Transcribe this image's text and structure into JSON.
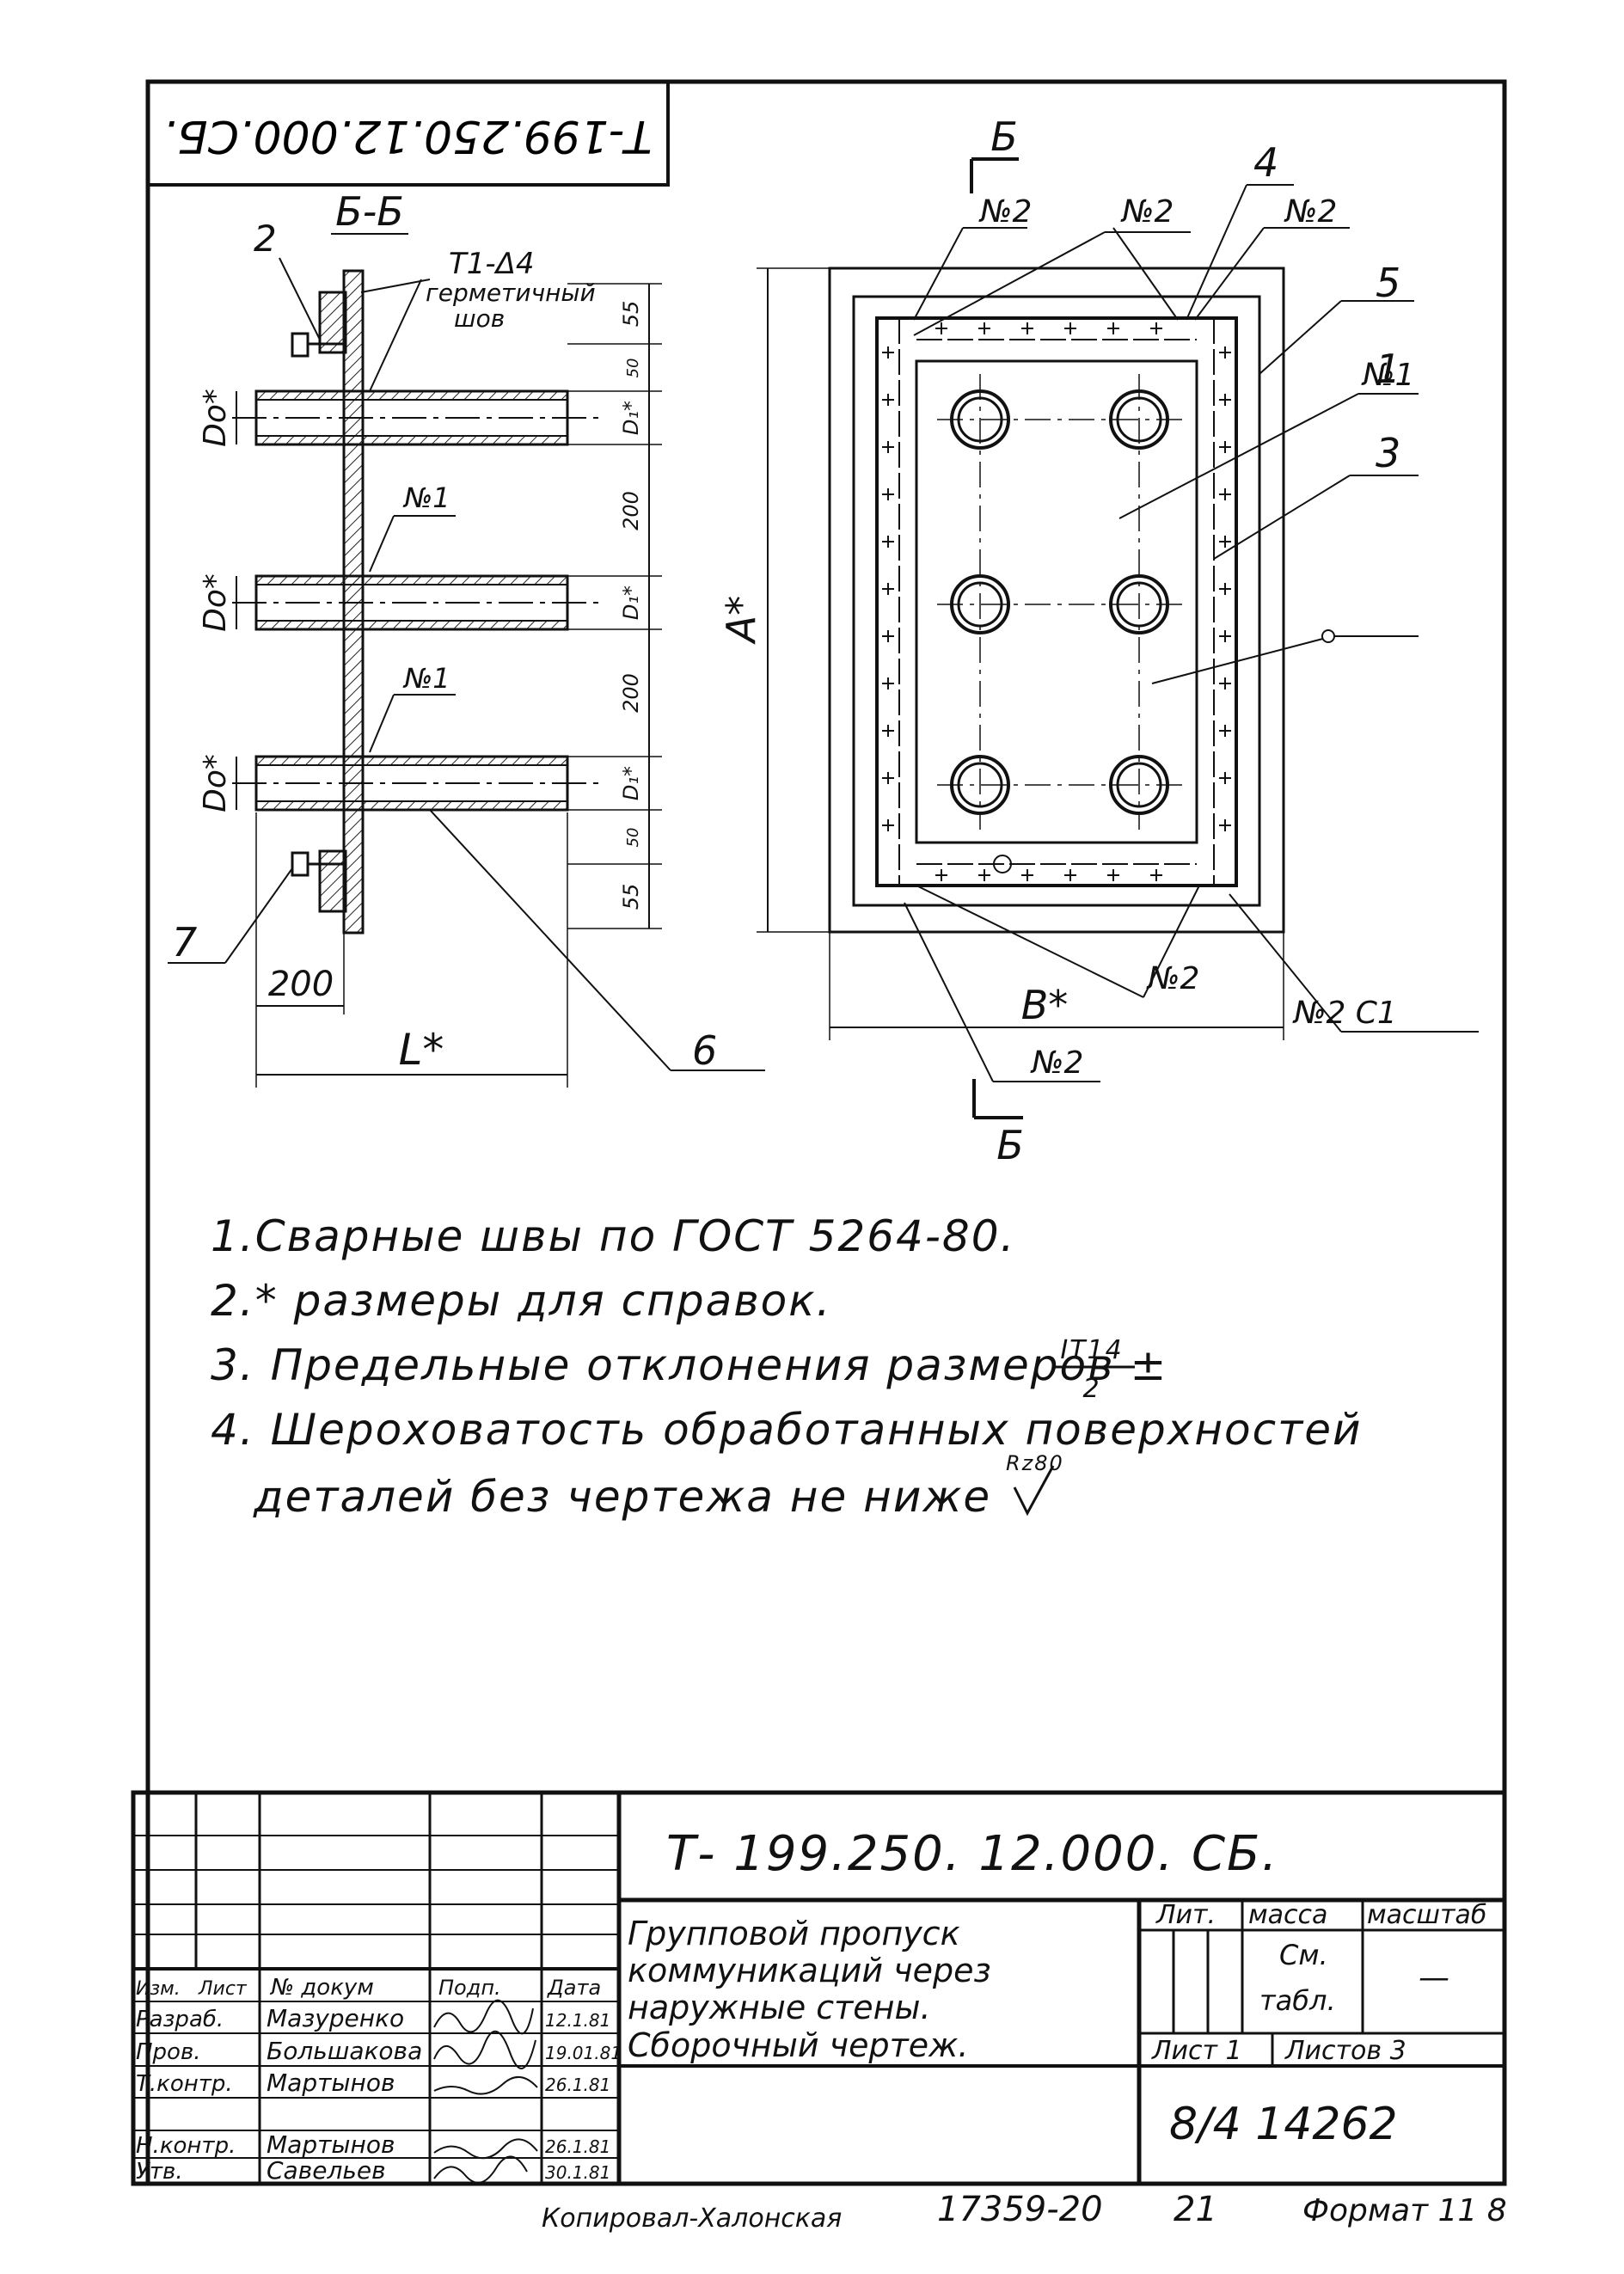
{
  "document": {
    "corner_stamp": "Т-199.250.12.000.СБ.",
    "section_label_top": "Б",
    "section_label_bottom": "Б",
    "section_title": "Б-Б"
  },
  "left_view": {
    "callout_2": "2",
    "weld_symbol": "Т1-Δ4",
    "weld_note_line1": "герметичный",
    "weld_note_line2": "шов",
    "weld_no1_a": "№1",
    "weld_no1_b": "№1",
    "pipe_outer_label": "Dо*",
    "pipe_inner_label": "D₁*",
    "dim_55_top": "55",
    "dim_50_top": "50",
    "dim_200_a": "200",
    "dim_200_b": "200",
    "dim_50_bottom": "50",
    "dim_55_bottom": "55",
    "dim_200_horizontal": "200",
    "dim_L": "L*",
    "callout_7": "7",
    "callout_6": "6"
  },
  "right_view": {
    "weld_no2_a": "№2",
    "weld_no2_b": "№2",
    "weld_no2_c": "№2",
    "weld_no2_d": "№2",
    "weld_no2_e": "№2 С1",
    "weld_no2_f": "№2",
    "weld_no1": "№1",
    "callout_1": "1",
    "callout_3": "3",
    "callout_4": "4",
    "callout_5": "5",
    "dim_A": "А*",
    "dim_B": "В*"
  },
  "notes": [
    "1.Сварные  швы  по  ГОСТ  5264-80.",
    "2.* размеры  для  справок.",
    "3. Предельные  отклонения  размеров ±",
    "4. Шероховатость  обработанных  поверхностей",
    "деталей  без  чертежа  не  ниже"
  ],
  "note3_fraction": {
    "numerator": "IT14",
    "denominator": "2"
  },
  "roughness": "Rz80",
  "title_block": {
    "designation": "Т- 199.250. 12.000. СБ.",
    "title_lines": [
      "Групповой  пропуск",
      "коммуникаций  через",
      "наружные  стены.",
      "Сборочный  чертеж."
    ],
    "header": {
      "izm": "Изм.",
      "list": "Лист",
      "doc_no": "№ докум",
      "sign": "Подп.",
      "date": "Дата"
    },
    "rows": [
      {
        "role": "Разраб.",
        "name": "Мазуренко",
        "date": "12.1.81"
      },
      {
        "role": "Пров.",
        "name": "Большакова",
        "date": "19.01.81"
      },
      {
        "role": "Т.контр.",
        "name": "Мартынов",
        "date": "26.1.81"
      },
      {
        "role": "Н.контр.",
        "name": "Мартынов",
        "date": "26.1.81"
      },
      {
        "role": "Утв.",
        "name": "Савельев",
        "date": "30.1.81"
      }
    ],
    "lit": "Лит.",
    "mass": "масса",
    "scale": "масштаб",
    "mass_value_1": "См.",
    "mass_value_2": "табл.",
    "scale_value": "—",
    "sheet": "Лист 1",
    "sheets": "Листов 3",
    "archive_no": "8/4  14262"
  },
  "footer": {
    "copied_by": "Копировал-Халонская",
    "order_no": "17359-20",
    "page_no": "21",
    "format": "Формат 11 8"
  }
}
